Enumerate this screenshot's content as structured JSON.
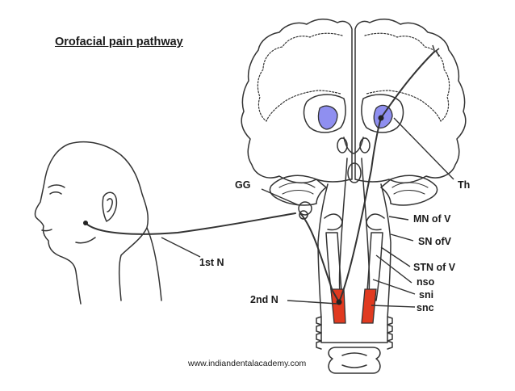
{
  "title": "Orofacial pain pathway",
  "labels": {
    "gg": "GG",
    "th": "Th",
    "mn": "MN of V",
    "sn": "SN ofV",
    "first_n": "1st N",
    "stn": "STN of V",
    "nso": "nso",
    "sni": "sni",
    "second_n": "2nd N",
    "snc": "snc"
  },
  "footer": "www.indiandentalacademy.com",
  "colors": {
    "thalamus": "#8f8ff0",
    "nucleus": "#e03a20",
    "line": "#333333"
  }
}
